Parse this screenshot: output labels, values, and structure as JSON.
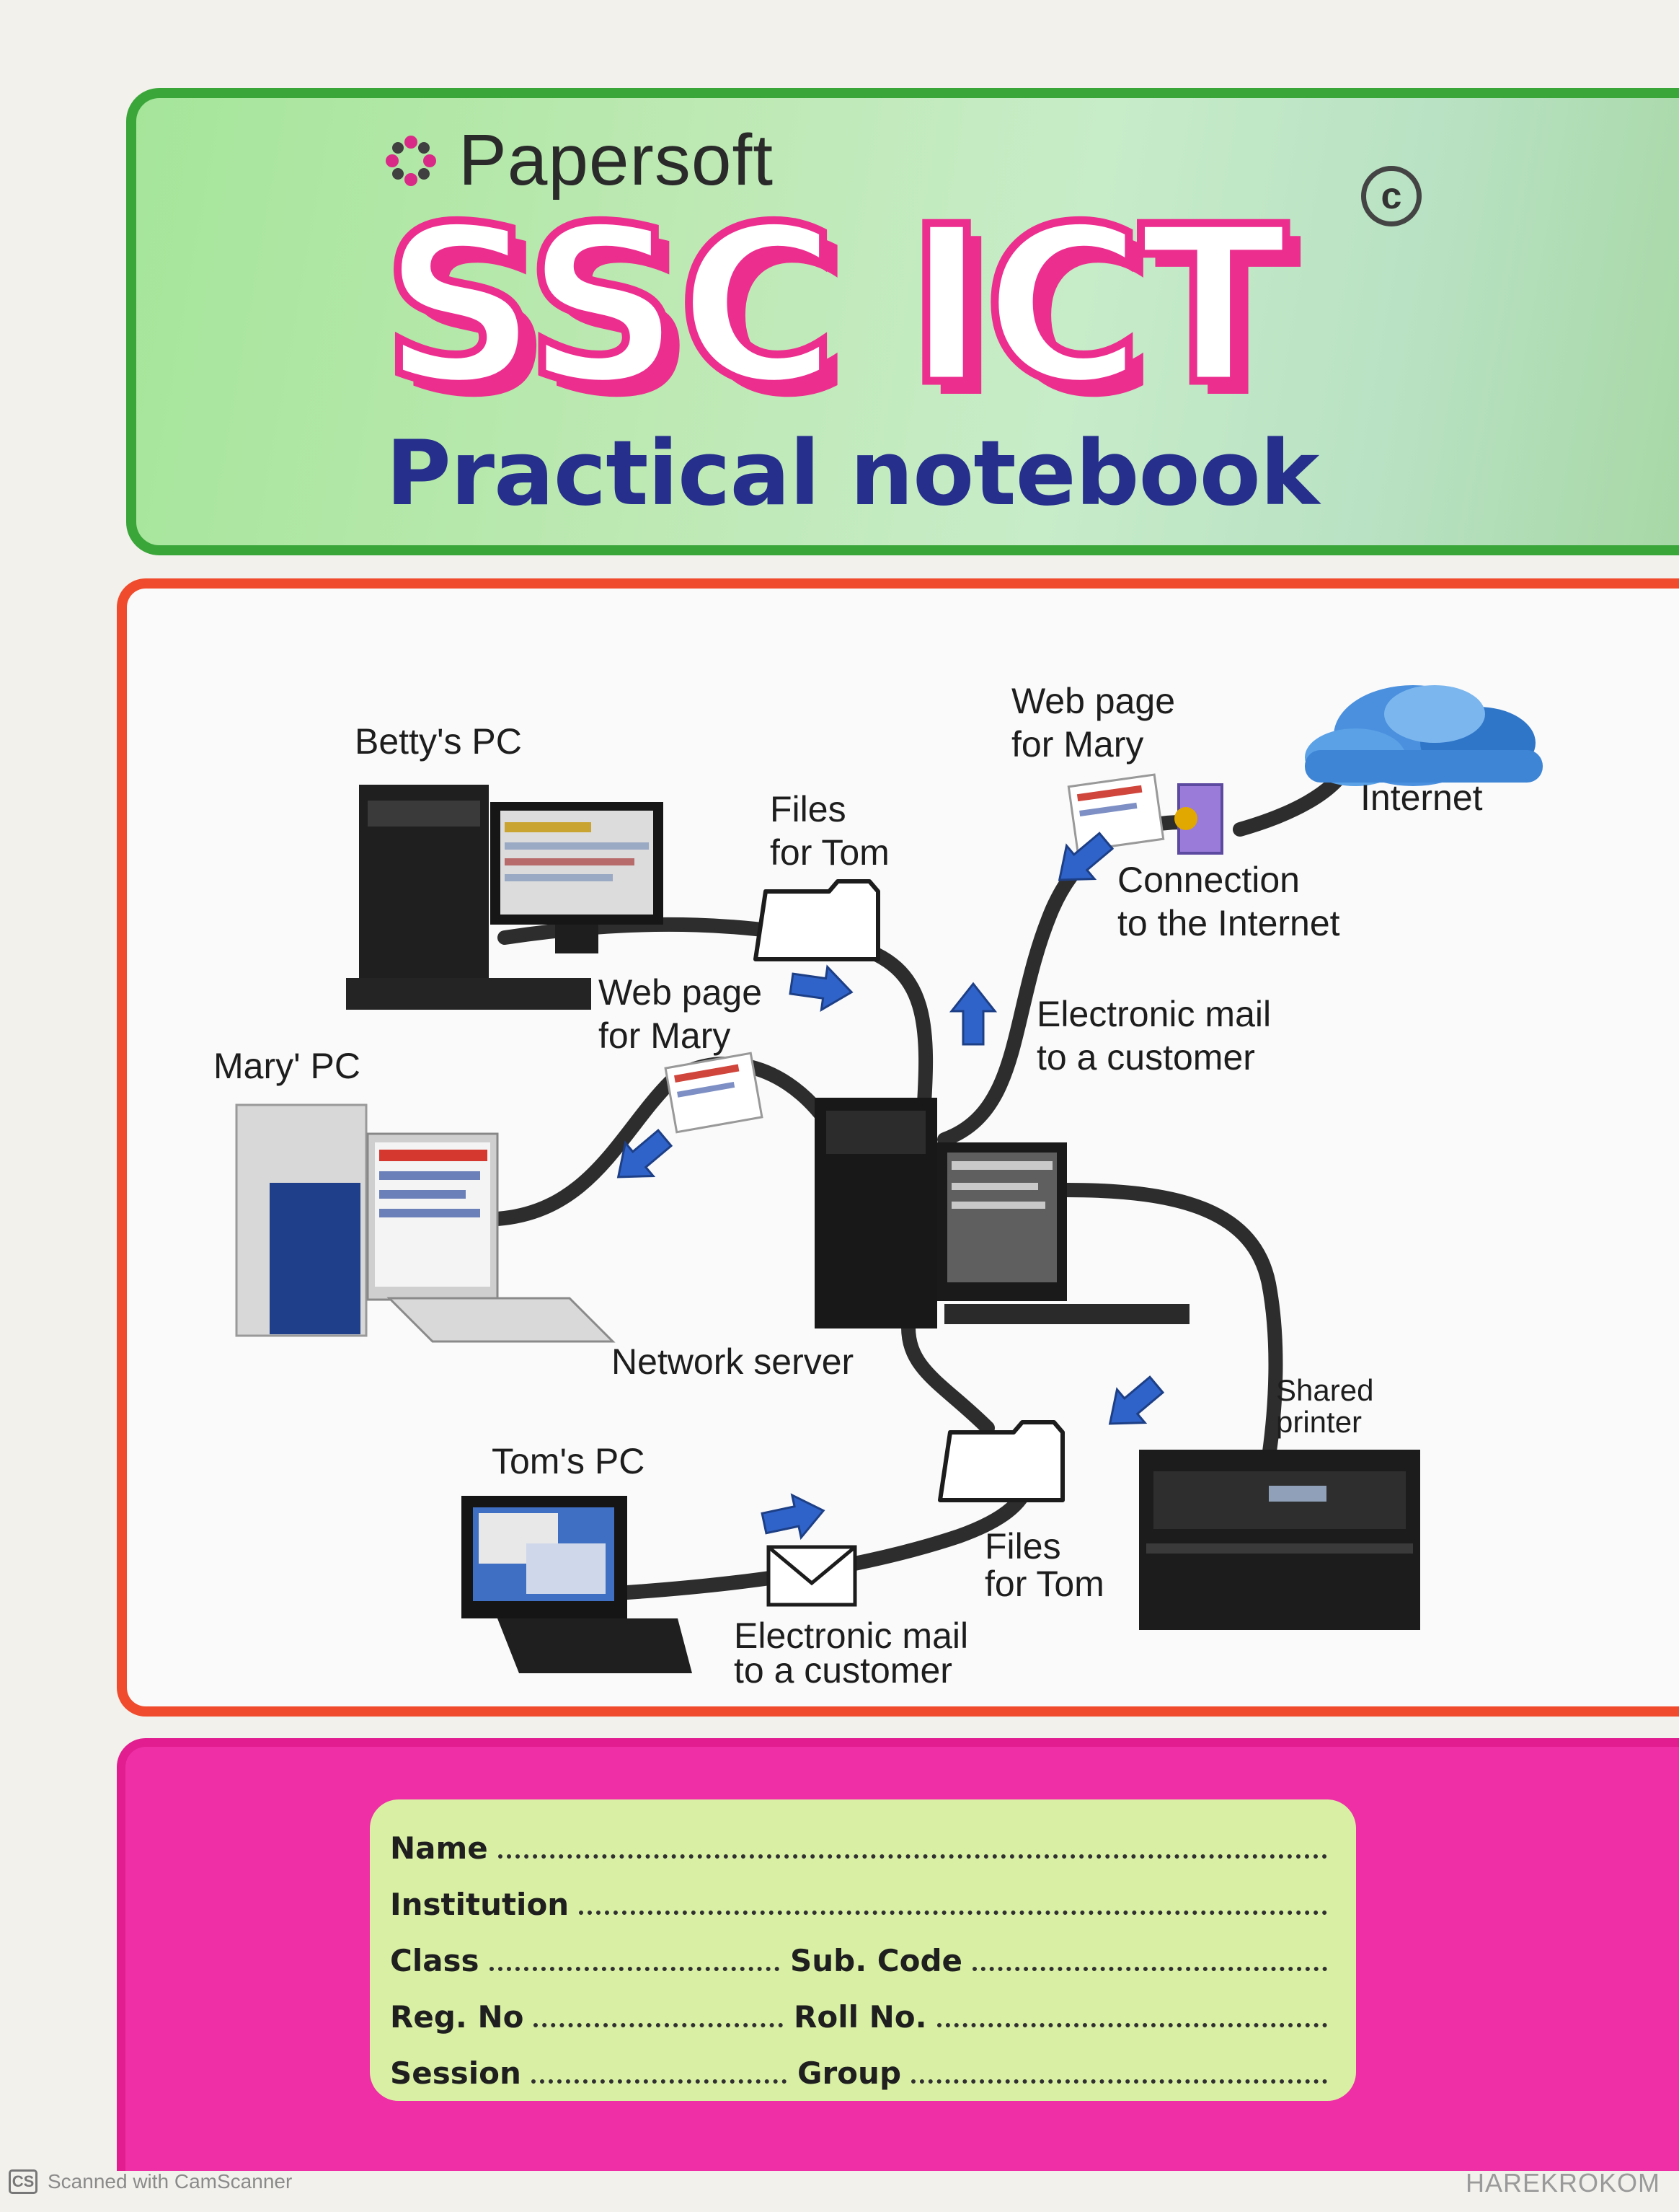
{
  "header": {
    "brand": "Papersoft",
    "copyright_symbol": "c",
    "title": "SSC ICT",
    "subtitle": "Practical notebook"
  },
  "diagram": {
    "labels": {
      "bettys_pc": "Betty's PC",
      "marys_pc": "Mary' PC",
      "toms_pc": "Tom's PC",
      "files_for_tom_top": "Files\nfor Tom",
      "web_page_for_mary_mid": "Web page\nfor Mary",
      "web_page_for_mary_top": "Web page\nfor Mary",
      "internet": "Internet",
      "connection": "Connection\nto the Internet",
      "email_right": "Electronic mail\nto a customer",
      "network_server": "Network server",
      "shared_printer": "Shared\nprinter",
      "files_for_tom_bottom": "Files\nfor Tom",
      "email_bottom": "Electronic mail\nto a customer"
    }
  },
  "form": {
    "name_label": "Name",
    "institution_label": "Institution",
    "class_label": "Class",
    "sub_code_label": "Sub. Code",
    "reg_no_label": "Reg. No",
    "roll_no_label": "Roll No.",
    "session_label": "Session",
    "group_label": "Group"
  },
  "footer": {
    "scanner_logo": "CS",
    "scanner_text": "Scanned with CamScanner",
    "watermark": "HAREKROKOM"
  },
  "colors": {
    "header_border": "#3aa63a",
    "diagram_border": "#ef4b2c",
    "form_background": "#ee2fa6",
    "form_card": "#d9f0a4",
    "title_pink": "#ec2e8f",
    "subtitle_blue": "#262f8c",
    "arrow_blue": "#2f63c9"
  }
}
